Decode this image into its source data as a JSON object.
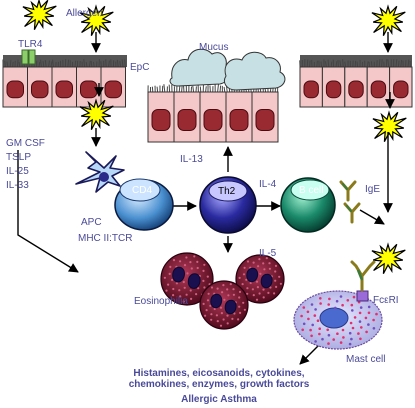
{
  "labels": {
    "allergen": "Allergen",
    "tlr4": "TLR4",
    "epc": "EpC",
    "mucus": "Mucus",
    "cytokines": [
      "GM CSF",
      "TSLP",
      "IL-25",
      "IL-33"
    ],
    "apc": "APC",
    "mhc": "MHC II:TCR",
    "cd4": "CD4",
    "th2": "Th2",
    "il13": "IL-13",
    "il4": "IL-4",
    "bcell": "B cell",
    "ige": "IgE",
    "il5": "IL-5",
    "eosinophilia": "Eosinophilia",
    "fceri": "FcεRI",
    "mastcell": "Mast cell",
    "mediators_line1": "Histamines, eicosanoids, cytokines,",
    "mediators_line2": "chemokines, enzymes, growth factors",
    "title": "Allergic Asthma"
  },
  "colors": {
    "label": "#4a4a9a",
    "cell_fill": "#f4c8c8",
    "nucleus": "#9a2a32",
    "cilia": "#444444",
    "mucus": "#c6e0e4",
    "cd4": "#4a90d0",
    "th2": "#1a1a8a",
    "bcell": "#1a7a5a",
    "eosinophil": "#6a1028",
    "mast_cell": "#c8c8f0",
    "star": "#ffff00"
  }
}
